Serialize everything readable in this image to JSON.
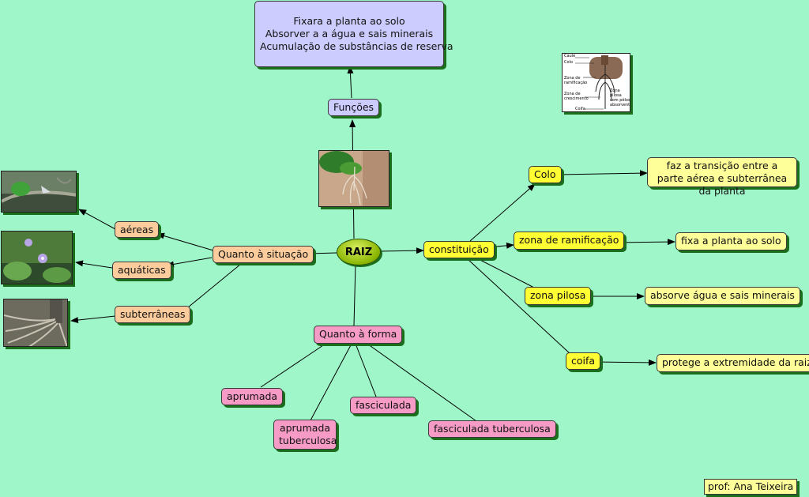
{
  "central": {
    "label": "RAIZ"
  },
  "funcoes": {
    "label": "Funções",
    "items": [
      "Fixara a planta ao solo",
      "Absorver a a água e sais minerais",
      "Acumulação de substâncias de reserva"
    ]
  },
  "situacao": {
    "label": "Quanto à situação",
    "items": [
      "aéreas",
      "aquáticas",
      "subterrâneas"
    ]
  },
  "forma": {
    "label": "Quanto à forma",
    "items": [
      "aprumada",
      "aprumada tuberculosa",
      "fasciculada",
      "fasciculada tuberculosa"
    ]
  },
  "constituicao": {
    "label": "constituição",
    "parts": [
      {
        "label": "Colo",
        "desc": "faz a transição entre a parte aérea e subterrânea da planta"
      },
      {
        "label": "zona de ramificação",
        "desc": "fixa a planta ao solo"
      },
      {
        "label": "zona pilosa",
        "desc": "absorve água e sais minerais"
      },
      {
        "label": "coifa",
        "desc": "protege a extremidade da raiz"
      }
    ]
  },
  "diagram_labels": {
    "caule": "Caule",
    "colo": "Colo",
    "zona_ramificacao": "Zona de ramificação",
    "zona_crescimento": "Zona de crescimento",
    "zona_pilosa": "Zona pilosa com pêlos absorventes",
    "coifa": "Coifa"
  },
  "author": "prof: Ana Teixeira",
  "colors": {
    "background": "#9ff7c9",
    "lavender": "#ccccff",
    "peach": "#fccc9c",
    "pink": "#f59bc6",
    "yellow": "#ffff33",
    "cream": "#ffff99"
  }
}
